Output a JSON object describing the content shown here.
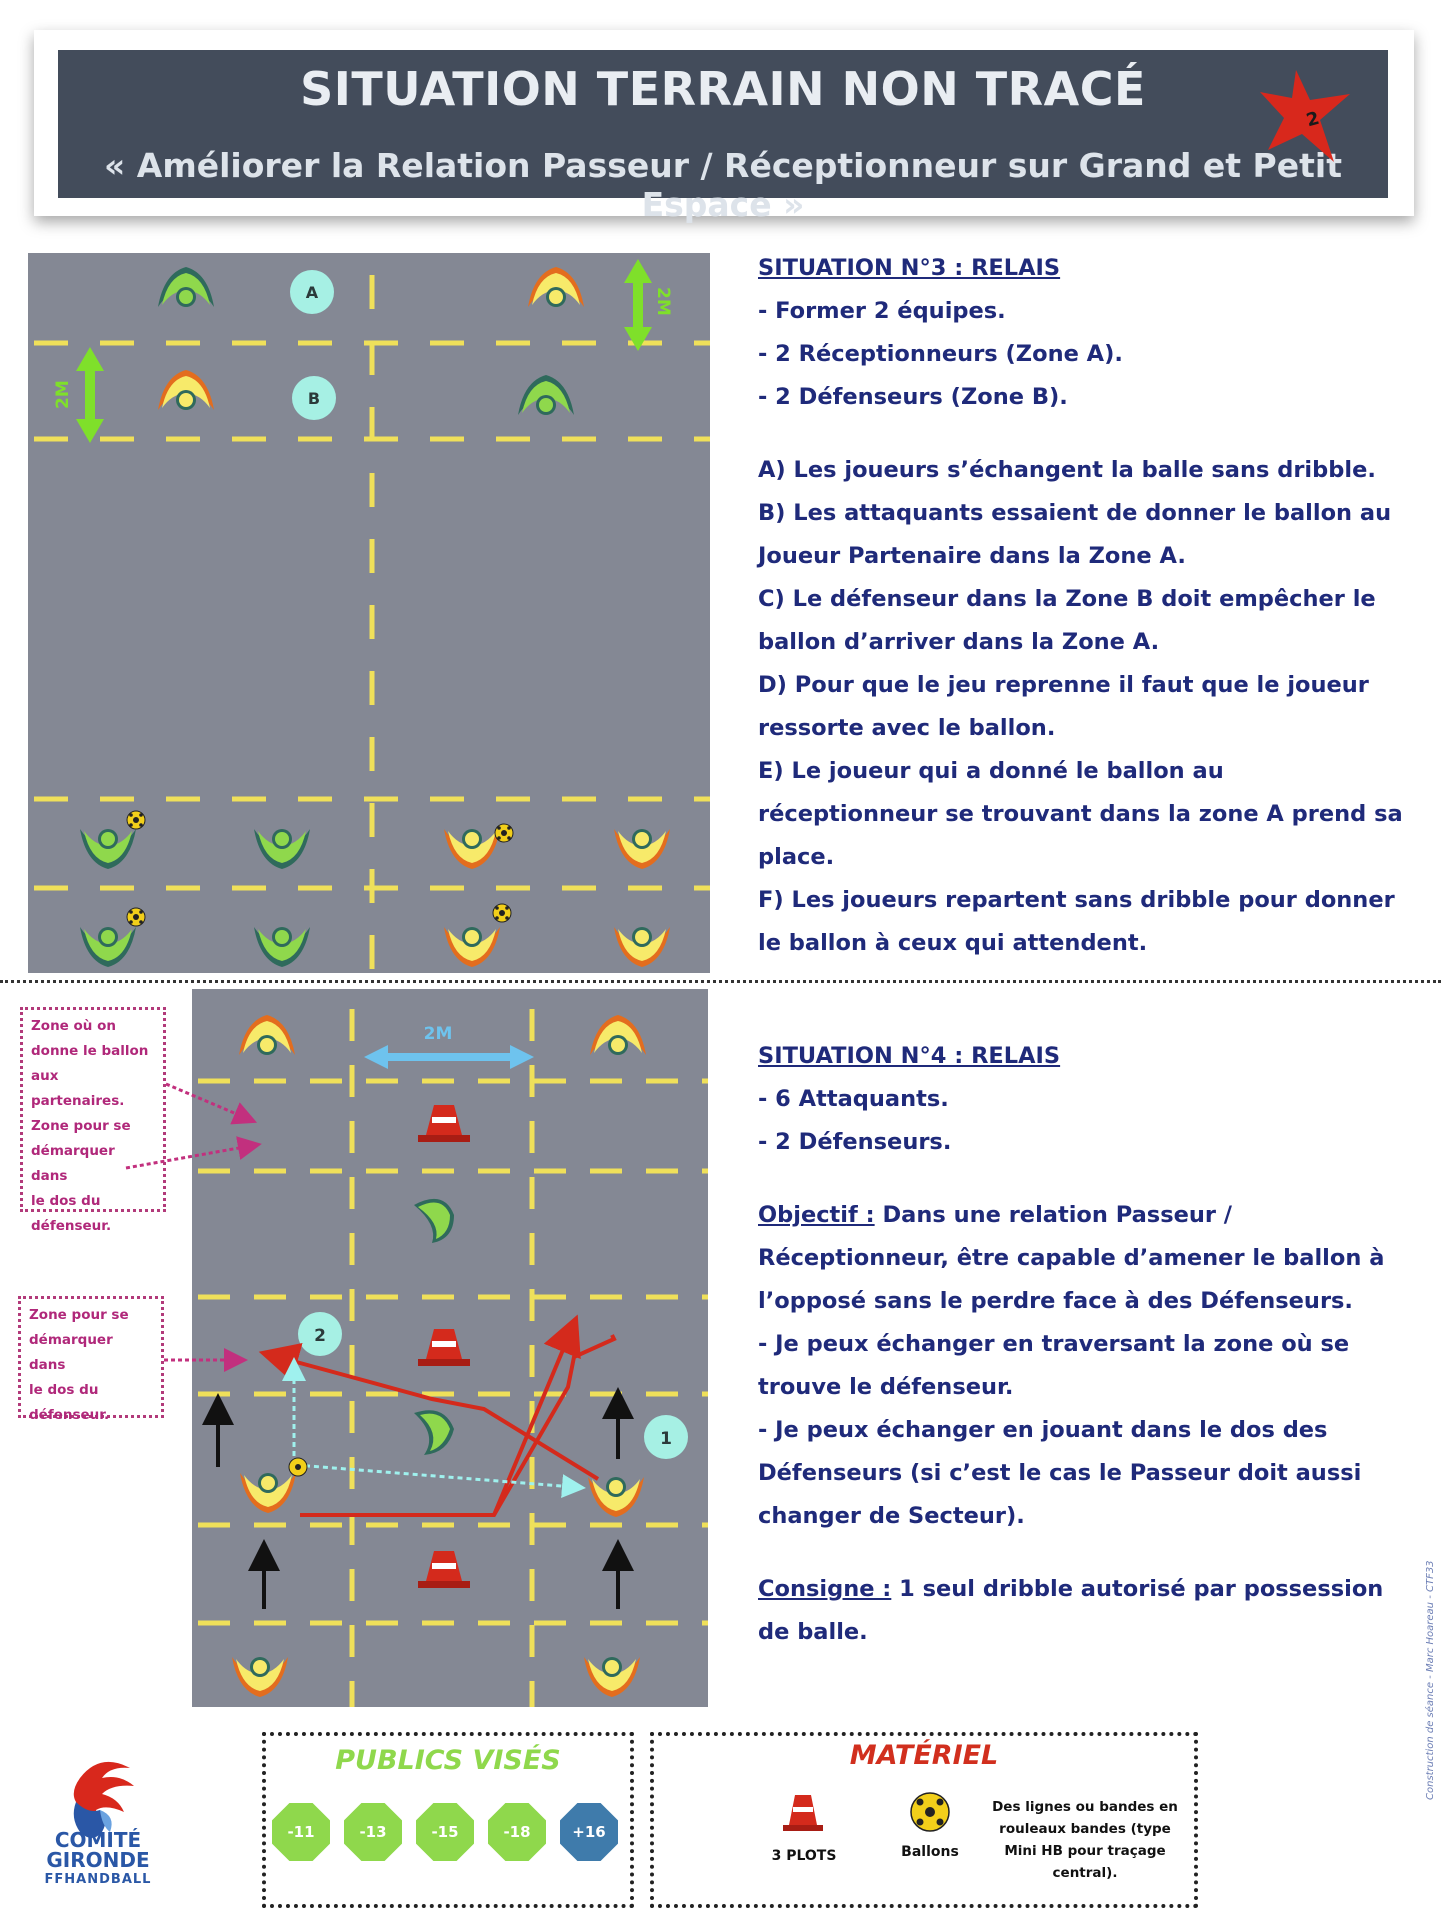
{
  "header": {
    "title": "SITUATION TERRAIN NON TRACÉ",
    "subtitle": "« Améliorer la Relation Passeur / Réceptionneur sur Grand et Petit Espace »",
    "star_number": "2",
    "star_color": "#d8281c"
  },
  "field1": {
    "zone_labels": [
      "A",
      "B"
    ],
    "dim_labels": [
      "2M",
      "2M"
    ]
  },
  "field2": {
    "dim_label": "2M",
    "numbers": [
      "2",
      "1"
    ]
  },
  "notes": [
    {
      "lines": [
        "Zone où on",
        "donne le ballon",
        "aux partenaires.",
        "Zone pour se",
        "démarquer dans",
        "le dos du",
        "défenseur."
      ]
    },
    {
      "lines": [
        "Zone pour se",
        "démarquer dans",
        "le dos du",
        "défenseur."
      ]
    }
  ],
  "situation3": {
    "title": "SITUATION N°3 : RELAIS",
    "lines": [
      "- Former 2 équipes.",
      "- 2 Réceptionneurs (Zone A).",
      "- 2 Défenseurs (Zone B)."
    ],
    "steps": [
      "A) Les joueurs s’échangent la balle sans dribble.",
      "B) Les attaquants essaient de donner le ballon au",
      "Joueur Partenaire dans la Zone A.",
      "C) Le défenseur dans la Zone B doit empêcher le",
      "ballon d’arriver dans la Zone A.",
      "D) Pour que le jeu reprenne il faut que le joueur",
      "ressorte avec le ballon.",
      "E) Le joueur qui a donné le ballon au",
      "réceptionneur se trouvant dans la zone A prend sa",
      "place.",
      "F) Les joueurs repartent sans dribble pour donner",
      "le ballon à ceux qui attendent."
    ]
  },
  "situation4": {
    "title": "SITUATION N°4 : RELAIS",
    "lines": [
      "- 6 Attaquants.",
      "- 2 Défenseurs."
    ],
    "objectif_label": "Objectif :",
    "objectif_lines": [
      " Dans une relation Passeur /",
      "Réceptionneur, être capable d’amener le ballon à",
      "l’opposé sans le perdre face à des Défenseurs.",
      "- Je peux échanger en traversant la zone où se",
      "trouve le défenseur.",
      "- Je peux échanger en jouant dans le dos des",
      "Défenseurs (si c’est le cas le Passeur doit aussi",
      "changer de Secteur)."
    ],
    "consigne_label": "Consigne :",
    "consigne_lines": [
      " 1 seul dribble autorisé par possession",
      "de balle."
    ]
  },
  "credit": "Construction de séance - Marc Hoareau - CTF33",
  "logo": {
    "line1": "COMITÉ",
    "line2": "GIRONDE",
    "line3": "FFHANDBALL"
  },
  "publics": {
    "title": "PUBLICS VISÉS",
    "badges": [
      "-11",
      "-13",
      "-15",
      "-18",
      "+16"
    ],
    "colors": [
      "#8fd84c",
      "#8fd84c",
      "#8fd84c",
      "#8fd84c",
      "#3f7bab"
    ]
  },
  "materiel": {
    "title": "MATÉRIEL",
    "cones_label": "3 PLOTS",
    "balls_label": "Ballons",
    "lines_desc": [
      "Des lignes ou bandes en",
      "rouleaux bandes (type",
      "Mini HB pour traçage",
      "central)."
    ]
  },
  "colors": {
    "field": "#848894",
    "line": "#efe05a",
    "text": "#1f2a7a",
    "note": "#b0287a",
    "arrow_red": "#d42a1c",
    "dim_green": "#7fe02a",
    "dim_blue": "#6ec3ee"
  }
}
